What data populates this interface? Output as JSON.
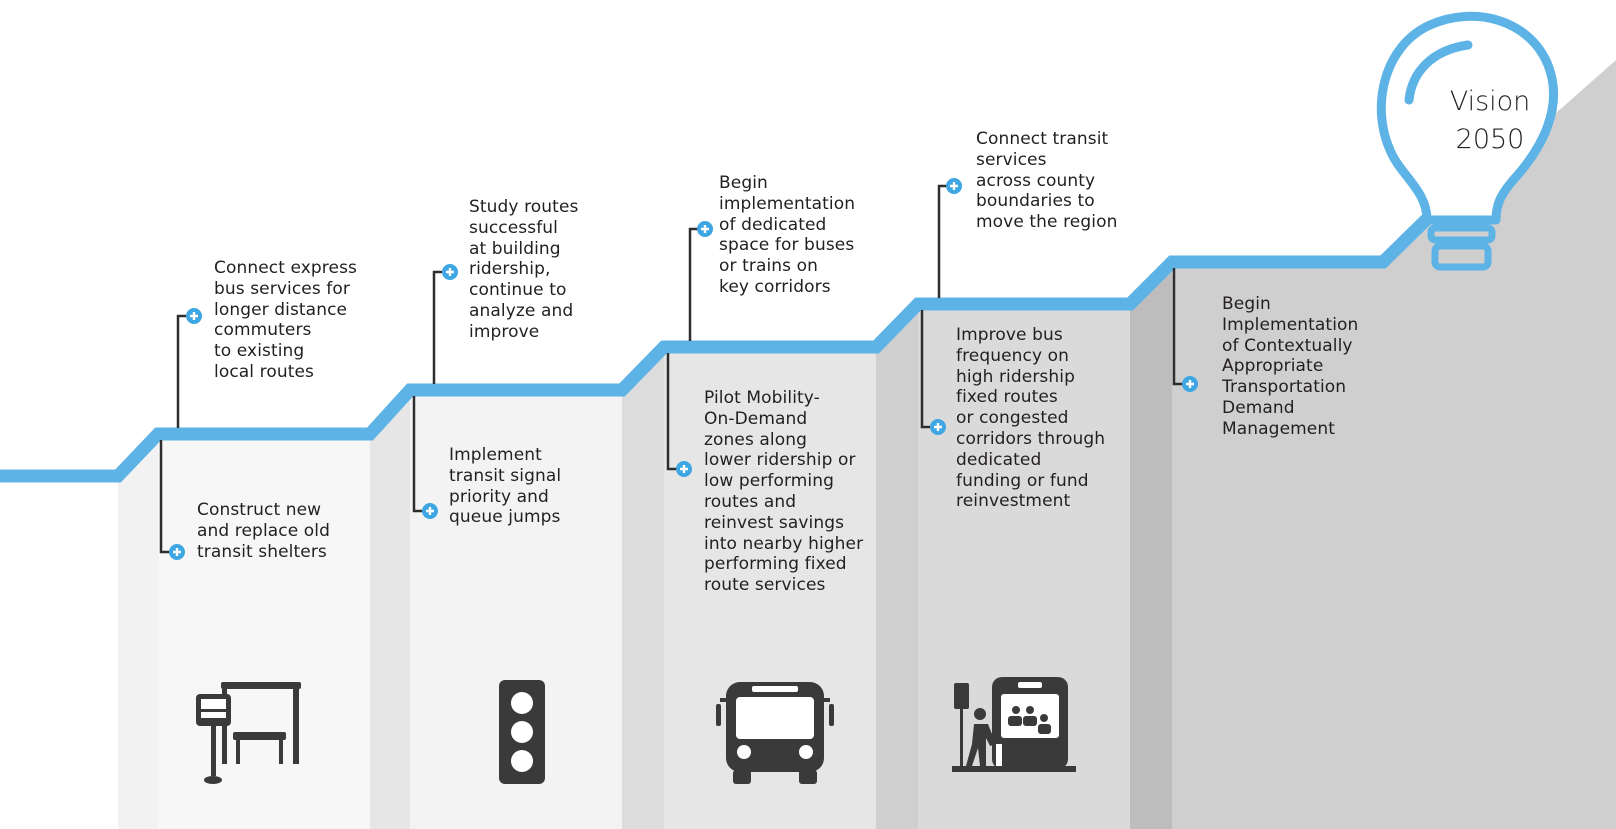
{
  "colors": {
    "path": "#5db3e6",
    "accent": "#3ea6e2",
    "connector": "#2e2e2e",
    "icon": "#3a3a3a",
    "step_fills": [
      "#f5f5f5",
      "#e9e9e9",
      "#e0e0e0",
      "#d9d9d9",
      "#cfcfcf",
      "#c6c6c6"
    ]
  },
  "vision": {
    "line1": "Vision",
    "line2": "2050",
    "icon": "lightbulb-icon"
  },
  "items": [
    {
      "text": "Connect express\nbus services for\nlonger distance\ncommuters\nto existing\nlocal routes",
      "position": "above",
      "icon": "plus-circle-icon"
    },
    {
      "text": "Construct new\nand replace old\ntransit shelters",
      "position": "below",
      "icon": "plus-circle-icon"
    },
    {
      "text": "Study routes\nsuccessful\nat building\nridership,\ncontinue to\nanalyze and\nimprove",
      "position": "above",
      "icon": "plus-circle-icon"
    },
    {
      "text": "Implement\ntransit signal\npriority and\nqueue jumps",
      "position": "below",
      "icon": "plus-circle-icon"
    },
    {
      "text": "Begin\nimplementation\nof dedicated\nspace for buses\nor trains on\nkey corridors",
      "position": "above",
      "icon": "plus-circle-icon"
    },
    {
      "text": "Pilot Mobility-\nOn-Demand\nzones along\nlower ridership or\nlow performing\nroutes and\nreinvest savings\ninto nearby higher\nperforming fixed\nroute services",
      "position": "below",
      "icon": "plus-circle-icon"
    },
    {
      "text": "Connect transit\nservices\nacross county\nboundaries to\nmove the region",
      "position": "above",
      "icon": "plus-circle-icon"
    },
    {
      "text": "Improve bus\nfrequency on\nhigh ridership\nfixed routes\nor congested\ncorridors through\ndedicated\nfunding or fund\nreinvestment",
      "position": "below",
      "icon": "plus-circle-icon"
    },
    {
      "text": "Begin\nImplementation\nof Contextually\nAppropriate\nTransportation\nDemand\nManagement",
      "position": "below",
      "icon": "plus-circle-icon"
    }
  ],
  "bottom_icons": [
    "transit-shelter-icon",
    "traffic-signal-icon",
    "bus-front-icon",
    "bus-boarding-icon"
  ]
}
